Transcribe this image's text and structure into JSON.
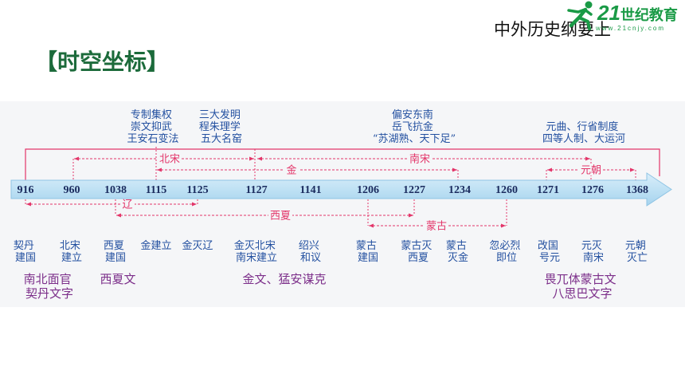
{
  "header": {
    "course_title": "中外历史纲要上",
    "logo": {
      "number": "21",
      "name": "世纪教育",
      "site": "www.21cnjy.com",
      "icon": "runner-icon"
    }
  },
  "section_title": "【时空坐标】",
  "colors": {
    "title_green": "#1c6b3b",
    "logo_green": "#1a9a46",
    "note_blue": "#2350a0",
    "year_navy": "#1a2b5e",
    "period_pink": "#e3366a",
    "culture_purple": "#7c2f8a",
    "bar_blue": "#bfe1f4",
    "panel_gray": "#f5f6f8"
  },
  "timeline": {
    "years": [
      916,
      960,
      1038,
      1115,
      1125,
      1127,
      1141,
      1206,
      1227,
      1234,
      1260,
      1271,
      1276,
      1368
    ],
    "periods": [
      {
        "name": "北宋",
        "from": 960,
        "to": 1127
      },
      {
        "name": "南宋",
        "from": 1127,
        "to": 1276
      },
      {
        "name": "金",
        "from": 1115,
        "to": 1234
      },
      {
        "name": "元朝",
        "from": 1271,
        "to": 1368
      },
      {
        "name": "辽",
        "from": 916,
        "to": 1125
      },
      {
        "name": "西夏",
        "from": 1038,
        "to": 1227
      },
      {
        "name": "蒙古",
        "from": 1206,
        "to": 1260
      }
    ],
    "top_notes": [
      {
        "lines": [
          "专制集权",
          "崇文抑武",
          "王安石变法"
        ]
      },
      {
        "lines": [
          "三大发明",
          "程朱理学",
          "五大名窑"
        ]
      },
      {
        "lines": [
          "偏安东南",
          "岳飞抗金",
          "“苏湖熟、天下足”"
        ]
      },
      {
        "lines": [
          "元曲、行省制度",
          "四等人制、大运河"
        ]
      }
    ],
    "events": [
      {
        "year": 916,
        "lines": [
          "契丹",
          "建国"
        ]
      },
      {
        "year": 960,
        "lines": [
          "北宋",
          "建立"
        ]
      },
      {
        "year": 1038,
        "lines": [
          "西夏",
          "建国"
        ]
      },
      {
        "year": 1115,
        "lines": [
          "金建立"
        ]
      },
      {
        "year": 1125,
        "lines": [
          "金灭辽"
        ]
      },
      {
        "year": 1127,
        "lines": [
          "金灭北宋",
          "南宋建立"
        ]
      },
      {
        "year": 1141,
        "lines": [
          "绍兴",
          "和议"
        ]
      },
      {
        "year": 1206,
        "lines": [
          "蒙古",
          "建国"
        ]
      },
      {
        "year": 1227,
        "lines": [
          "蒙古灭",
          "西夏"
        ]
      },
      {
        "year": 1234,
        "lines": [
          "蒙古",
          "灭金"
        ]
      },
      {
        "year": 1260,
        "lines": [
          "忽必烈",
          "即位"
        ]
      },
      {
        "year": 1271,
        "lines": [
          "改国",
          "号元"
        ]
      },
      {
        "year": 1276,
        "lines": [
          "元灭",
          "南宋"
        ]
      },
      {
        "year": 1368,
        "lines": [
          "元朝",
          "灭亡"
        ]
      }
    ],
    "culture_notes": [
      {
        "lines": [
          "南北面官",
          "契丹文字"
        ]
      },
      {
        "lines": [
          "西夏文"
        ]
      },
      {
        "lines": [
          "金文、猛安谋克"
        ]
      },
      {
        "lines": [
          "畏兀体蒙古文",
          "八思巴文字"
        ]
      }
    ]
  }
}
